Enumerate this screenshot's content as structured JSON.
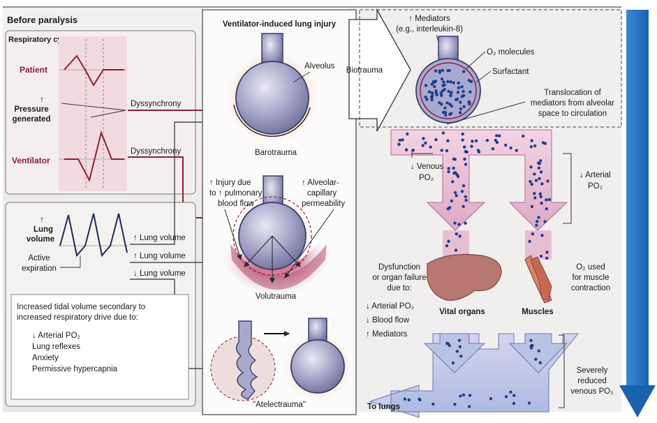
{
  "before_paralysis": "Before paralysis",
  "respiratory_cycle": {
    "title": "Respiratory cycle",
    "patient": "Patient",
    "pressure_arrow": "↑",
    "pressure": "Pressure",
    "generated": "generated",
    "ventilator": "Ventilator",
    "dyssynchrony_1": "Dyssynchrony",
    "dyssynchrony_2": "Dyssynchrony"
  },
  "lung_volume_panel": {
    "arrow": "↑",
    "lung": "Lung",
    "volume": "volume",
    "active": "Active",
    "expiration": "expiration",
    "up_lung_volume_1": "↑ Lung volume",
    "up_lung_volume_2": "↑ Lung volume",
    "down_lung_volume": "↓ Lung volume"
  },
  "drive_box": {
    "line1": "Increased tidal volume secondary to",
    "line2": "increased respiratory drive due to:",
    "items": [
      "↓ Arterial PO₂",
      "Lung reflexes",
      "Anxiety",
      "Permissive hypercapnia"
    ]
  },
  "vili": {
    "title": "Ventilator-induced lung injury",
    "alveolus": "Alveolus",
    "barotrauma": "Barotrauma",
    "injury_1": "↑ Injury due",
    "injury_2": "to ↑ pulmonary",
    "injury_3": "blood flow",
    "perm_1": "↑ Alveolar-",
    "perm_2": "capillary",
    "perm_3": "permeability",
    "volutrauma": "Volutrauma",
    "atelectrauma": "\"Atelectrauma\""
  },
  "biotrauma": {
    "label": "Biotrauma",
    "mediators_1": "↑ Mediators",
    "mediators_2": "(e.g., interleukin-8)",
    "o2_molecules": "O₂ molecules",
    "surfactant": "Surfactant",
    "transloc_1": "Translocation of",
    "transloc_2": "mediators from alveolar",
    "transloc_3": "space to circulation"
  },
  "circulation": {
    "venous_1": "↓ Venous",
    "venous_2": "PO₂",
    "arterial_1": "↓ Arterial",
    "arterial_2": "PO₂",
    "dysf_1": "Dysfunction",
    "dysf_2": "or organ failure",
    "dysf_3": "due to:",
    "dysf_items": [
      "↓ Arterial PO₂",
      "↓ Blood flow",
      "↑ Mediators"
    ],
    "vital_organs": "Vital organs",
    "muscles": "Muscles",
    "o2used_1": "O₂ used",
    "o2used_2": "for muscle",
    "o2used_3": "contraction",
    "severe_1": "Severely",
    "severe_2": "reduced",
    "severe_3": "venous PO₂",
    "to_lungs": "To lungs"
  },
  "colors": {
    "maroon": "#8f1d3a",
    "lung_purple": "#8d8fb8",
    "flow_pink": "#e7bfd2",
    "flow_blue": "#b9c3e4",
    "side_arrow": "#1e6fc0"
  }
}
